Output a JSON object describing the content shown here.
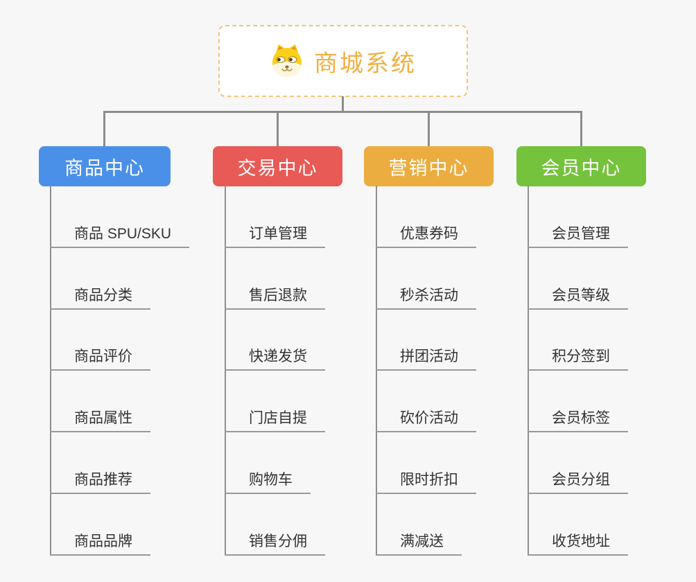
{
  "root": {
    "title": "商城系统",
    "icon": "shiba-dog-icon",
    "accent_color": "#F2AF40",
    "border_color": "#F2C579"
  },
  "connector_color": "#8C8C8C",
  "background_color": "#F7F7F7",
  "branches": [
    {
      "label": "商品中心",
      "color": "#4B90E8",
      "items": [
        "商品 SPU/SKU",
        "商品分类",
        "商品评价",
        "商品属性",
        "商品推荐",
        "商品品牌"
      ]
    },
    {
      "label": "交易中心",
      "color": "#E85A56",
      "items": [
        "订单管理",
        "售后退款",
        "快递发货",
        "门店自提",
        "购物车",
        "销售分佣"
      ]
    },
    {
      "label": "营销中心",
      "color": "#ECAD40",
      "items": [
        "优惠券码",
        "秒杀活动",
        "拼团活动",
        "砍价活动",
        "限时折扣",
        "满减送"
      ]
    },
    {
      "label": "会员中心",
      "color": "#75C23D",
      "items": [
        "会员管理",
        "会员等级",
        "积分签到",
        "会员标签",
        "会员分组",
        "收货地址"
      ]
    }
  ]
}
